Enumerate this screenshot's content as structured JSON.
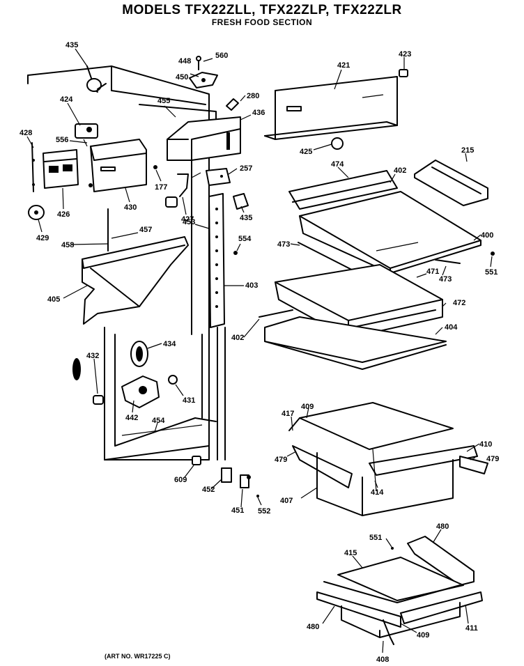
{
  "header": {
    "title": "MODELS TFX22ZLL, TFX22ZLP, TFX22ZLR",
    "subtitle": "FRESH FOOD SECTION"
  },
  "footer": {
    "art_no": "(ART NO. WR17225 C)"
  },
  "parts": [
    {
      "id": "435a",
      "label": "435"
    },
    {
      "id": "448",
      "label": "448"
    },
    {
      "id": "560",
      "label": "560"
    },
    {
      "id": "450",
      "label": "450"
    },
    {
      "id": "421",
      "label": "421"
    },
    {
      "id": "423",
      "label": "423"
    },
    {
      "id": "424",
      "label": "424"
    },
    {
      "id": "455",
      "label": "455"
    },
    {
      "id": "280",
      "label": "280"
    },
    {
      "id": "436",
      "label": "436"
    },
    {
      "id": "428",
      "label": "428"
    },
    {
      "id": "556",
      "label": "556"
    },
    {
      "id": "425",
      "label": "425"
    },
    {
      "id": "215",
      "label": "215"
    },
    {
      "id": "474",
      "label": "474"
    },
    {
      "id": "402a",
      "label": "402"
    },
    {
      "id": "257",
      "label": "257"
    },
    {
      "id": "177",
      "label": "177"
    },
    {
      "id": "426",
      "label": "426"
    },
    {
      "id": "430",
      "label": "430"
    },
    {
      "id": "427",
      "label": "427"
    },
    {
      "id": "435b",
      "label": "435"
    },
    {
      "id": "429",
      "label": "429"
    },
    {
      "id": "457",
      "label": "457"
    },
    {
      "id": "453",
      "label": "453"
    },
    {
      "id": "400",
      "label": "400"
    },
    {
      "id": "458",
      "label": "458"
    },
    {
      "id": "554",
      "label": "554"
    },
    {
      "id": "473a",
      "label": "473"
    },
    {
      "id": "551a",
      "label": "551"
    },
    {
      "id": "473b",
      "label": "473"
    },
    {
      "id": "471",
      "label": "471"
    },
    {
      "id": "405",
      "label": "405"
    },
    {
      "id": "403",
      "label": "403"
    },
    {
      "id": "472",
      "label": "472"
    },
    {
      "id": "402b",
      "label": "402"
    },
    {
      "id": "404",
      "label": "404"
    },
    {
      "id": "434",
      "label": "434"
    },
    {
      "id": "432",
      "label": "432"
    },
    {
      "id": "431",
      "label": "431"
    },
    {
      "id": "442",
      "label": "442"
    },
    {
      "id": "454",
      "label": "454"
    },
    {
      "id": "409a",
      "label": "409"
    },
    {
      "id": "417",
      "label": "417"
    },
    {
      "id": "410",
      "label": "410"
    },
    {
      "id": "479a",
      "label": "479"
    },
    {
      "id": "479b",
      "label": "479"
    },
    {
      "id": "609",
      "label": "609"
    },
    {
      "id": "452",
      "label": "452"
    },
    {
      "id": "414",
      "label": "414"
    },
    {
      "id": "407",
      "label": "407"
    },
    {
      "id": "451",
      "label": "451"
    },
    {
      "id": "552",
      "label": "552"
    },
    {
      "id": "480a",
      "label": "480"
    },
    {
      "id": "551b",
      "label": "551"
    },
    {
      "id": "415",
      "label": "415"
    },
    {
      "id": "480b",
      "label": "480"
    },
    {
      "id": "411",
      "label": "411"
    },
    {
      "id": "409b",
      "label": "409"
    },
    {
      "id": "408",
      "label": "408"
    }
  ]
}
